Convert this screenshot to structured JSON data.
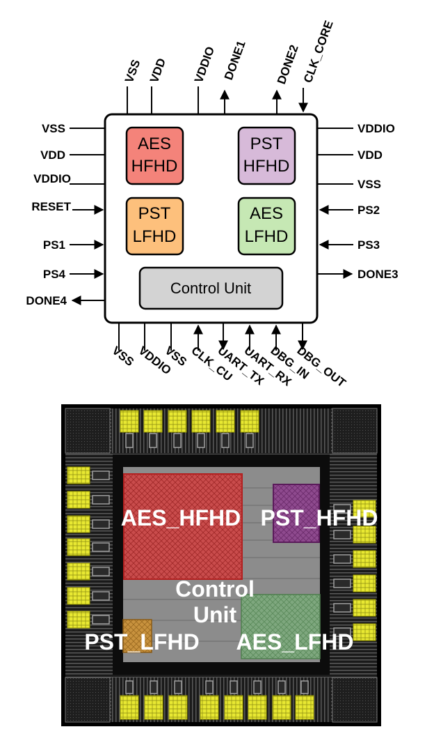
{
  "schematic": {
    "pins_top": [
      "VSS",
      "VDD",
      "VDDIO",
      "DONE1",
      "DONE2",
      "CLK_CORE"
    ],
    "pins_left": [
      "VSS",
      "VDD",
      "VDDIO",
      "RESET",
      "PS1",
      "PS4",
      "DONE4"
    ],
    "pins_right": [
      "VDDIO",
      "VDD",
      "VSS",
      "PS2",
      "PS3",
      "DONE3"
    ],
    "pins_bottom": [
      "VSS",
      "VDDIO",
      "VSS",
      "CLK_CU",
      "UART_TX",
      "UART_RX",
      "DBG_IN",
      "DBG_OUT"
    ],
    "blocks": {
      "aes_hfhd": {
        "line1": "AES",
        "line2": "HFHD",
        "color": "#f4837a"
      },
      "pst_hfhd": {
        "line1": "PST",
        "line2": "HFHD",
        "color": "#d7bad9"
      },
      "pst_lfhd": {
        "line1": "PST",
        "line2": "LFHD",
        "color": "#fdc07c"
      },
      "aes_lfhd": {
        "line1": "AES",
        "line2": "LFHD",
        "color": "#c6e8b4"
      },
      "control_unit": {
        "label": "Control Unit",
        "color": "#d3d3d3"
      }
    }
  },
  "layout": {
    "aes_hfhd": "AES_HFHD",
    "pst_hfhd": "PST_HFHD",
    "control_line1": "Control",
    "control_line2": "Unit",
    "pst_lfhd": "PST_LFHD",
    "aes_lfhd": "AES_LFHD",
    "colors": {
      "aes_hfhd": "#c43c3c",
      "pst_hfhd": "#8a3d8a",
      "pst_lfhd": "#c08a3a",
      "aes_lfhd": "#6a9a6a",
      "pad": "#e8e832",
      "core": "#8a8a8a"
    }
  }
}
